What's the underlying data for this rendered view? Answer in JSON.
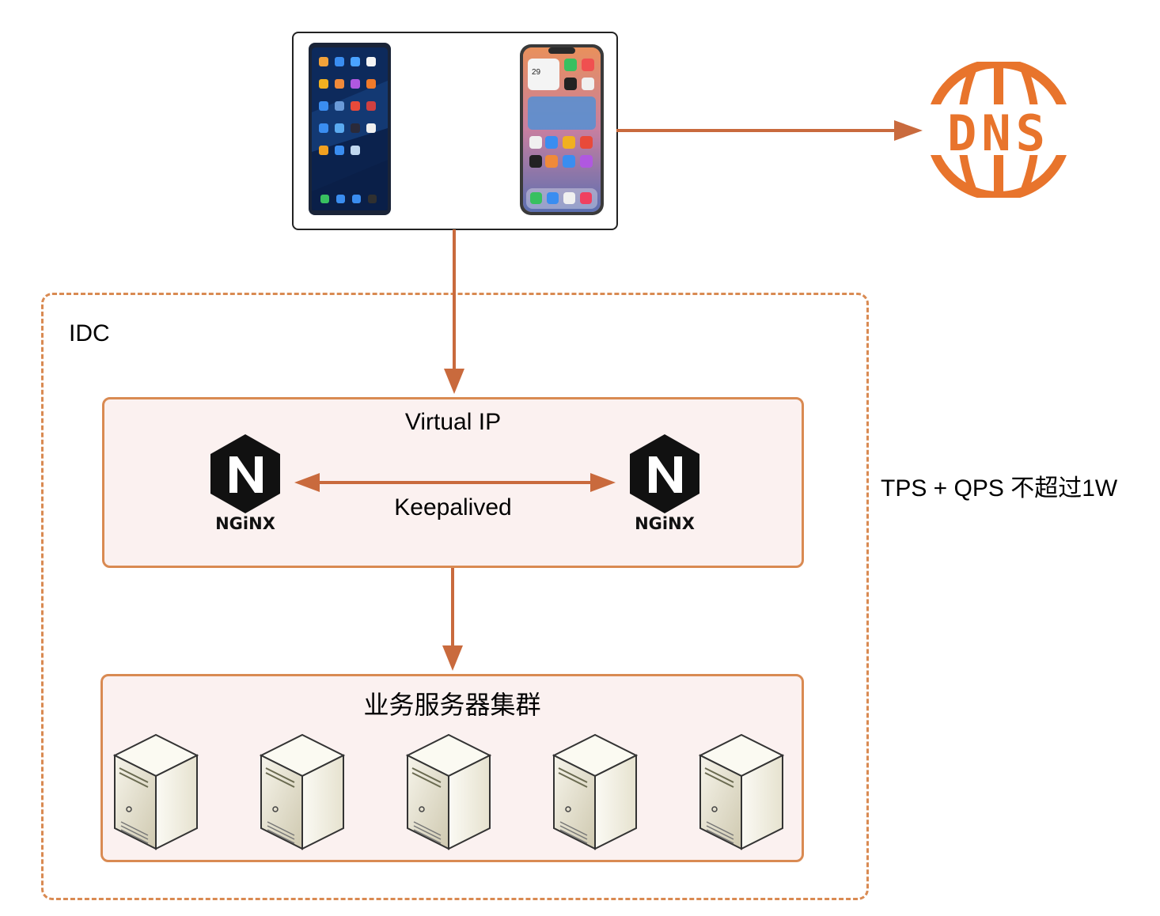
{
  "diagram": {
    "idc_label": "IDC",
    "virtual_ip_label": "Virtual IP",
    "keepalived_label": "Keepalived",
    "cluster_label": "业务服务器集群",
    "capacity_note": "TPS + QPS 不超过1W",
    "dns_logo_text": "DNS",
    "nginx_left_text": "NGiNX",
    "nginx_right_text": "NGiNX",
    "phone_date": "29"
  },
  "colors": {
    "accent": "#d98a52",
    "arrow": "#c96a3d",
    "box_fill": "#fbf1f0",
    "dns_orange": "#e8742c",
    "nginx_black": "#111111"
  }
}
